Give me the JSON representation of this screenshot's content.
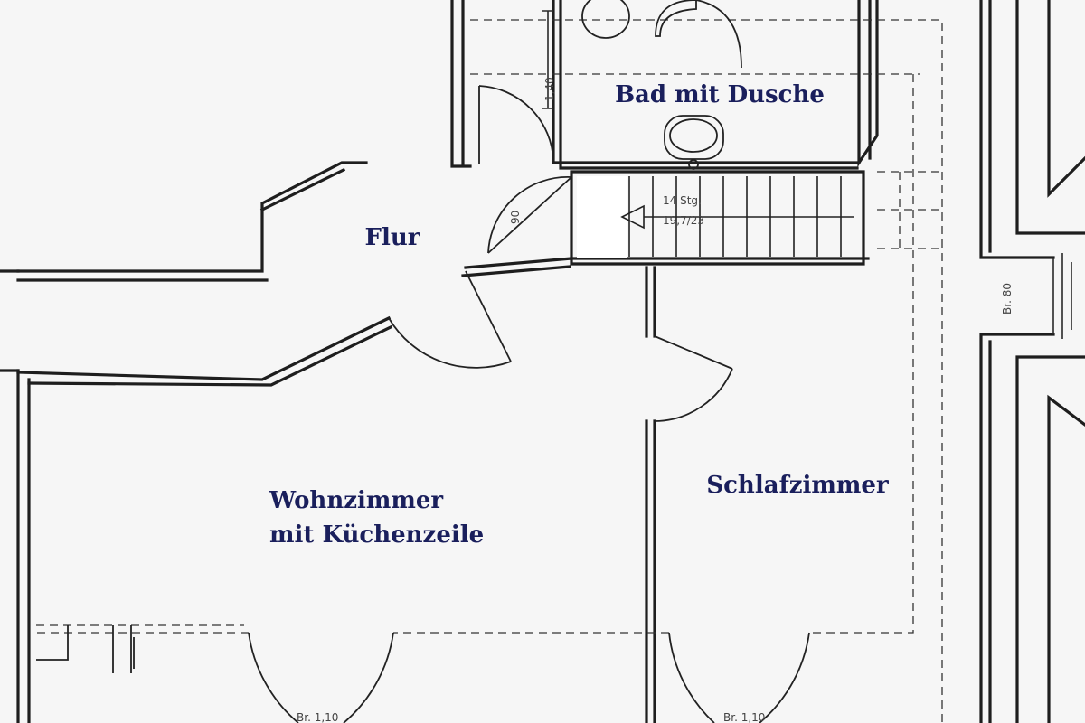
{
  "rooms": {
    "bath": "Bad mit Dusche",
    "hall": "Flur",
    "living_line1": "Wohnzimmer",
    "living_line2": "mit Küchenzeile",
    "bedroom": "Schlafzimmer"
  },
  "dimensions": {
    "bath_height": "1,40",
    "door_width": "90",
    "stairs_line1": "14 Stg.",
    "stairs_line2": "19,7/23",
    "corridor_width": "Br. 80",
    "window_left": "Br. 1,10",
    "window_right": "Br. 1,10"
  }
}
